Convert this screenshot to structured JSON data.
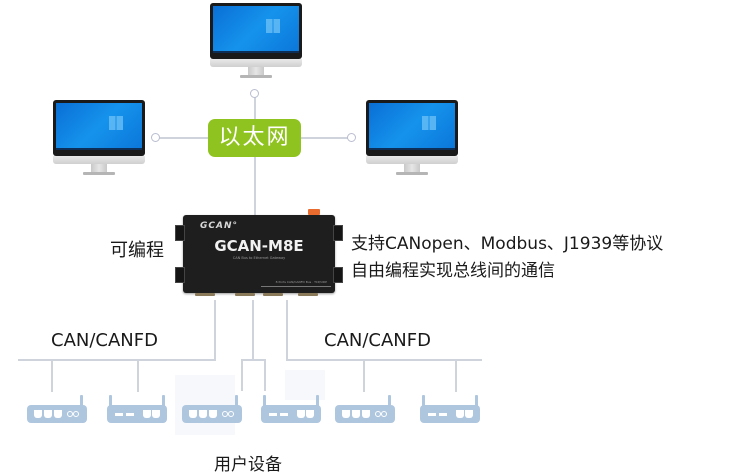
{
  "diagram": {
    "network_label": "以太网",
    "programmable_label": "可编程",
    "feature_line1": "支持CANopen、Modbus、J1939等协议",
    "feature_line2": "自由编程实现总线间的通信",
    "bus_left_label": "CAN/CANFD",
    "bus_right_label": "CAN/CANFD",
    "devices_label": "用户设备",
    "gateway": {
      "brand": "GCAN°",
      "model": "GCAN-M8E",
      "subtitle": "CAN Bus to Ethernet Gateway",
      "port_label": "8 Ports CAN/CANFD Bus · TCP/UDP"
    },
    "computers": [
      {
        "name": "top",
        "icon": "desktop-monitor-icon"
      },
      {
        "name": "left",
        "icon": "desktop-monitor-icon"
      },
      {
        "name": "right",
        "icon": "desktop-monitor-icon"
      }
    ],
    "devices": [
      {
        "type": "router-a",
        "icon": "router-icon"
      },
      {
        "type": "router-b",
        "icon": "router-icon"
      },
      {
        "type": "router-a",
        "icon": "router-icon"
      },
      {
        "type": "router-b",
        "icon": "router-icon"
      },
      {
        "type": "router-a",
        "icon": "router-icon"
      },
      {
        "type": "router-b",
        "icon": "router-icon"
      }
    ],
    "colors": {
      "ethernet_tag": "#8fc31f",
      "device_icon": "#aec6de",
      "connector_line": "#cfd3dc",
      "gateway_body": "#1e1e1e"
    }
  }
}
